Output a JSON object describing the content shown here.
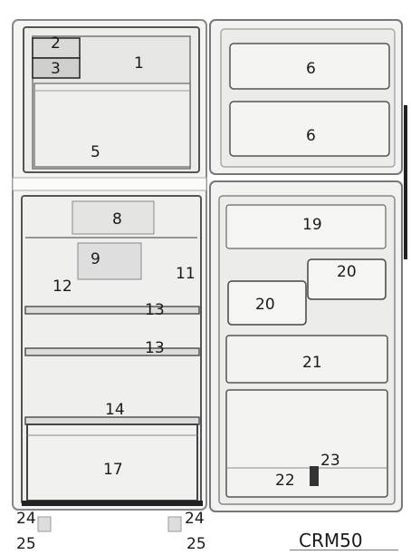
{
  "model": "CRM50",
  "labels": [
    "1",
    "2",
    "3",
    "5",
    "6",
    "6",
    "8",
    "9",
    "11",
    "12",
    "13",
    "13",
    "14",
    "17",
    "19",
    "20",
    "20",
    "21",
    "22",
    "23",
    "24",
    "24",
    "25",
    "25"
  ]
}
